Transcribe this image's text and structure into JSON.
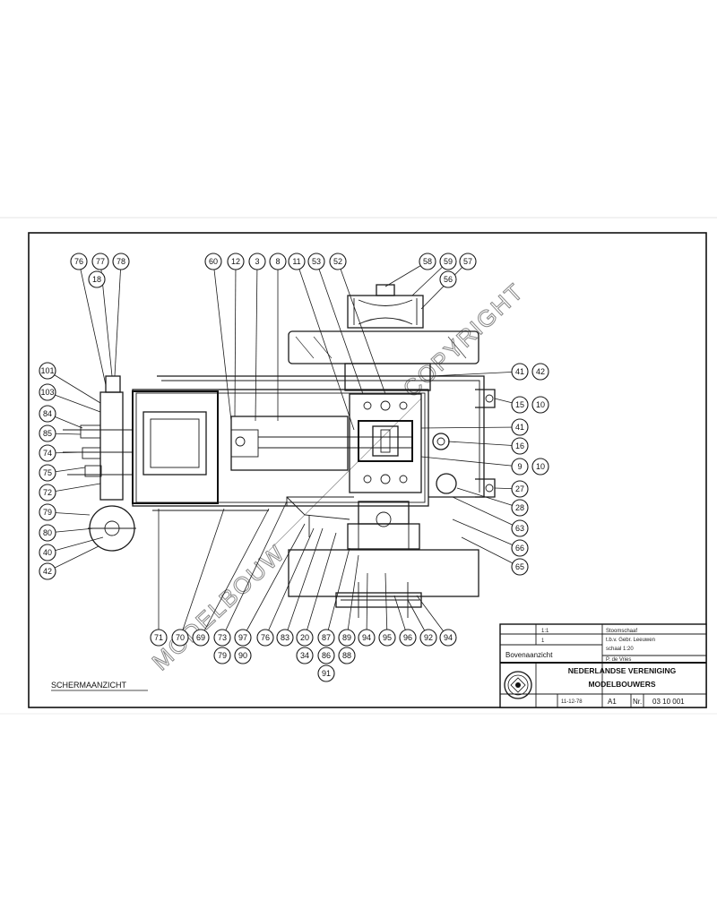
{
  "drawing": {
    "view_label": "SCHERMAANZICHT",
    "watermark_left": "MODELBOUW",
    "watermark_right": "COPYRIGHT"
  },
  "title_block": {
    "description_line1": "Stoomschaaf",
    "description_line2": "t.b.v. Gebr. Leeuwen",
    "description_line3": "schaal 1:20",
    "drawn_by": "P. de Vries",
    "view_name": "Bovenaanzicht",
    "org_line1": "NEDERLANDSE VERENIGING",
    "org_line2": "MODELBOUWERS",
    "sheet_size": "A1",
    "number_label": "Nr.",
    "number": "03 10 001",
    "date": "11-12-78",
    "scale": "1:1",
    "sheet": "1",
    "logo": "NVM seal"
  },
  "balloons": [
    {
      "label": "76"
    },
    {
      "label": "77"
    },
    {
      "label": "78"
    },
    {
      "label": "18"
    },
    {
      "label": "60"
    },
    {
      "label": "12"
    },
    {
      "label": "3"
    },
    {
      "label": "8"
    },
    {
      "label": "11"
    },
    {
      "label": "53"
    },
    {
      "label": "52"
    },
    {
      "label": "58"
    },
    {
      "label": "59"
    },
    {
      "label": "57"
    },
    {
      "label": "56"
    },
    {
      "label": "101"
    },
    {
      "label": "103"
    },
    {
      "label": "84"
    },
    {
      "label": "85"
    },
    {
      "label": "74"
    },
    {
      "label": "75"
    },
    {
      "label": "72"
    },
    {
      "label": "79"
    },
    {
      "label": "80"
    },
    {
      "label": "40"
    },
    {
      "label": "42"
    },
    {
      "label": "41"
    },
    {
      "label": "42"
    },
    {
      "label": "15"
    },
    {
      "label": "10"
    },
    {
      "label": "41"
    },
    {
      "label": "16"
    },
    {
      "label": "9"
    },
    {
      "label": "10"
    },
    {
      "label": "27"
    },
    {
      "label": "28"
    },
    {
      "label": "63"
    },
    {
      "label": "66"
    },
    {
      "label": "65"
    },
    {
      "label": "71"
    },
    {
      "label": "70"
    },
    {
      "label": "69"
    },
    {
      "label": "73"
    },
    {
      "label": "97"
    },
    {
      "label": "76"
    },
    {
      "label": "83"
    },
    {
      "label": "20"
    },
    {
      "label": "87"
    },
    {
      "label": "89"
    },
    {
      "label": "94"
    },
    {
      "label": "95"
    },
    {
      "label": "96"
    },
    {
      "label": "92"
    },
    {
      "label": "94"
    },
    {
      "label": "79"
    },
    {
      "label": "90"
    },
    {
      "label": "34"
    },
    {
      "label": "86"
    },
    {
      "label": "88"
    },
    {
      "label": "91"
    }
  ]
}
